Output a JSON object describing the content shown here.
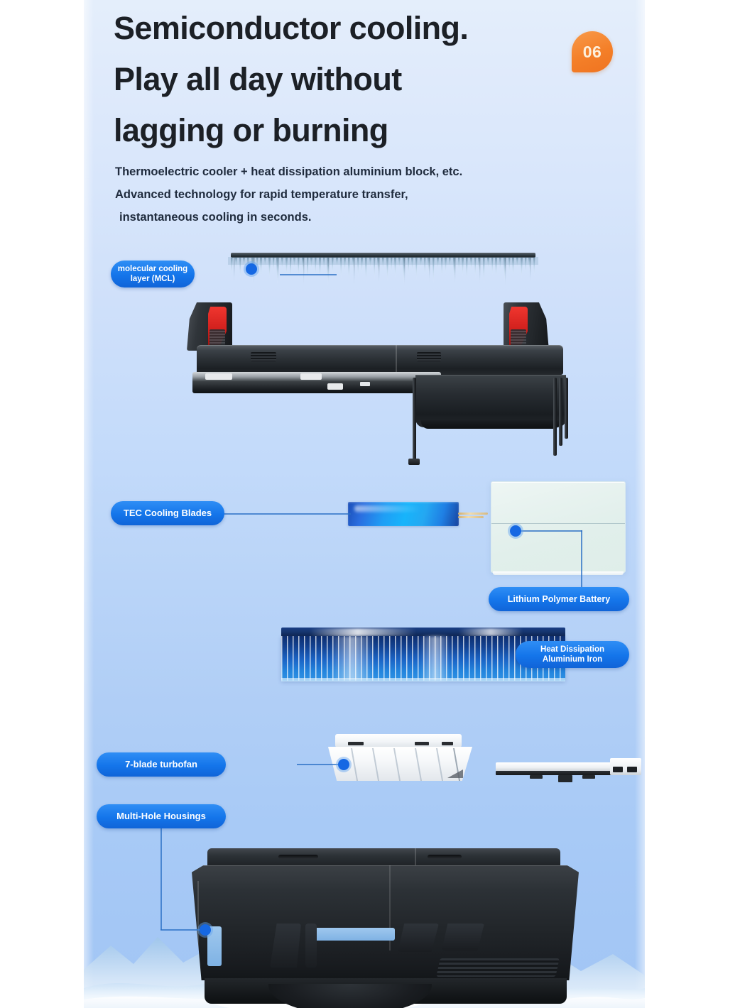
{
  "header": {
    "title_lines": [
      "Semiconductor cooling.",
      "Play all day without",
      "lagging or burning"
    ],
    "subtitle_lines": [
      "Thermoelectric cooler + heat dissipation aluminium block, etc.",
      "Advanced technology for rapid temperature transfer,",
      "instantaneous cooling in seconds."
    ],
    "step_number": "06",
    "step_badge_color": "#f47f28",
    "title_color": "#1c2026",
    "subtitle_color": "#1f2b3d"
  },
  "theme": {
    "panel_top_color": "#e4eefb",
    "panel_bottom_color": "#a2c6f5",
    "pill_color": "#1475ea",
    "pill_text_color": "#ffffff",
    "lead_line_color": "#2a6fc4",
    "dot_color": "#1668e3",
    "accent_red": "#cf1f1c"
  },
  "callouts": [
    {
      "id": "molecular-cooling-layer",
      "lines": [
        "molecular cooling",
        "layer (MCL)"
      ],
      "target": "frost-layer"
    },
    {
      "id": "tec-cooling-blades",
      "lines": [
        "TEC Cooling Blades"
      ],
      "target": "tec-module"
    },
    {
      "id": "lithium-polymer-battery",
      "lines": [
        "Lithium Polymer Battery"
      ],
      "target": "battery"
    },
    {
      "id": "heat-dissipation-aluminium-iron",
      "lines": [
        "Heat Dissipation",
        "Aluminium Iron"
      ],
      "target": "heatsink"
    },
    {
      "id": "seven-blade-turbofan",
      "lines": [
        "7-blade turbofan"
      ],
      "target": "turbofan"
    },
    {
      "id": "multi-hole-housings",
      "lines": [
        "Multi-Hole Housings"
      ],
      "target": "bottom-housing"
    }
  ],
  "components": [
    {
      "id": "frost-layer",
      "name": "molecular cooling layer"
    },
    {
      "id": "cooler-body",
      "name": "phone cooler clamp body"
    },
    {
      "id": "tec-module",
      "name": "TEC cooling blade module"
    },
    {
      "id": "battery",
      "name": "lithium polymer battery"
    },
    {
      "id": "heatsink",
      "name": "heat dissipation aluminium fins"
    },
    {
      "id": "turbofan",
      "name": "7-blade turbofan"
    },
    {
      "id": "motor-plate",
      "name": "fan motor plate"
    },
    {
      "id": "bottom-housing",
      "name": "multi-hole housing shell"
    }
  ]
}
